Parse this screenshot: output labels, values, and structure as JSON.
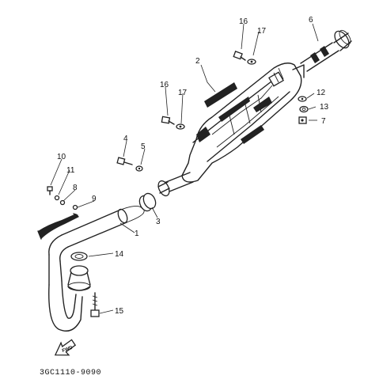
{
  "diagram": {
    "part_labels": {
      "p1": "1",
      "p2": "2",
      "p3": "3",
      "p4": "4",
      "p5": "5",
      "p6": "6",
      "p7": "7",
      "p8": "8",
      "p9": "9",
      "p10": "10",
      "p11": "11",
      "p12": "12",
      "p13": "13",
      "p14": "14",
      "p15": "15",
      "p16a": "16",
      "p16b": "16",
      "p17a": "17",
      "p17b": "17"
    },
    "front_arrow_label": "FWD",
    "drawing_code": "3GC1110-9090"
  }
}
